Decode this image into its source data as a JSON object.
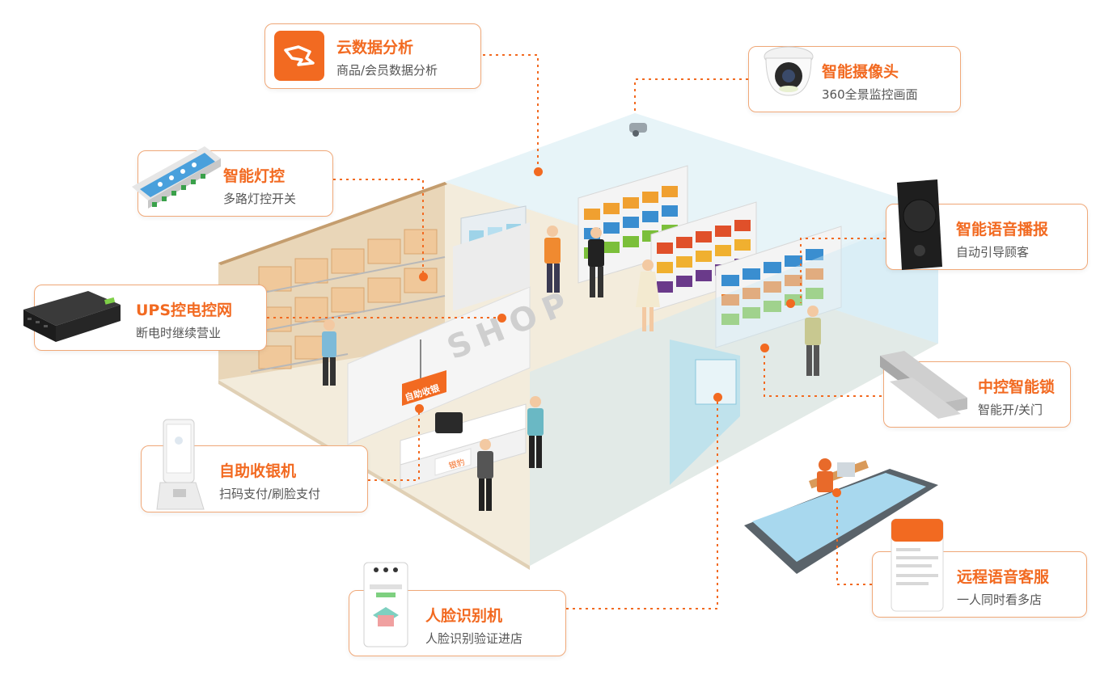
{
  "features": {
    "cloud": {
      "title": "云数据分析",
      "subtitle": "商品/会员数据分析"
    },
    "camera": {
      "title": "智能摄像头",
      "subtitle": "360全景监控画面"
    },
    "light": {
      "title": "智能灯控",
      "subtitle": "多路灯控开关"
    },
    "voice": {
      "title": "智能语音播报",
      "subtitle": "自动引导顾客"
    },
    "ups": {
      "title": "UPS控电控网",
      "subtitle": "断电时继续营业"
    },
    "lock": {
      "title": "中控智能锁",
      "subtitle": "智能开/关门"
    },
    "cashier": {
      "title": "自助收银机",
      "subtitle": "扫码支付/刷脸支付"
    },
    "remote": {
      "title": "远程语音客服",
      "subtitle": "一人同时看多店"
    },
    "face": {
      "title": "人脸识别机",
      "subtitle": "人脸识别验证进店"
    }
  },
  "store": {
    "sign": "SHOP",
    "checkout_sign": "自助收银",
    "counter_brand": "银豹"
  },
  "colors": {
    "accent": "#f26a21",
    "card_border": "#f0a878",
    "glass": "#cfe9f3"
  }
}
